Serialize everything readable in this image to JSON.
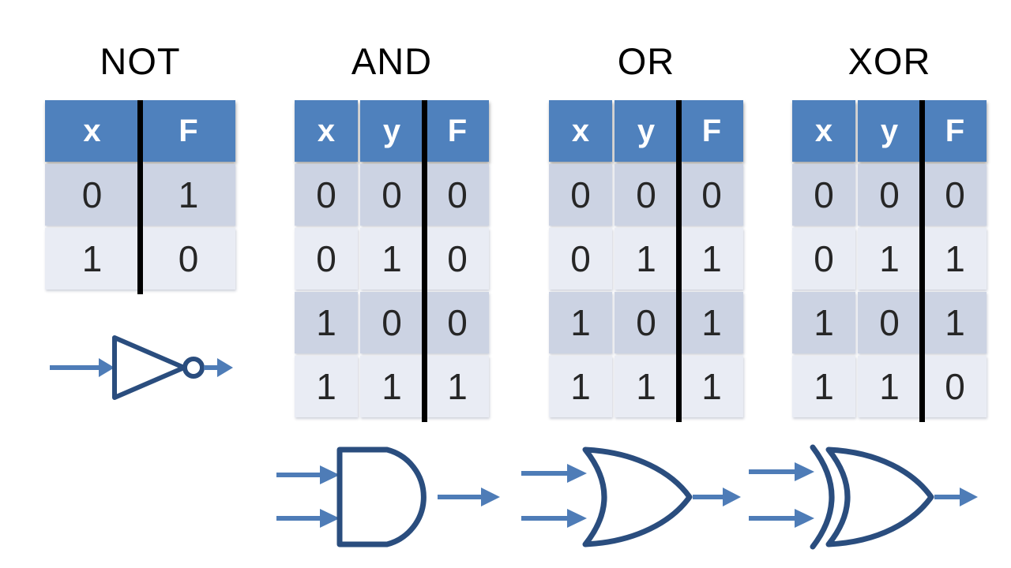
{
  "colors": {
    "header_blue": "#4f81bd",
    "row_dark": "#ccd3e3",
    "row_light": "#e9ecf4",
    "divider_black": "#000000",
    "arrow_blue": "#4e7cb7",
    "gate_outline": "#2a4d7e",
    "header_text": "#ffffff",
    "cell_text": "#262626",
    "title_text": "#000000",
    "background": "#ffffff"
  },
  "sections": [
    {
      "title": "NOT",
      "headers": [
        "x",
        "F"
      ],
      "rows": [
        [
          "0",
          "1"
        ],
        [
          "1",
          "0"
        ]
      ],
      "symbol": "not-gate"
    },
    {
      "title": "AND",
      "headers": [
        "x",
        "y",
        "F"
      ],
      "rows": [
        [
          "0",
          "0",
          "0"
        ],
        [
          "0",
          "1",
          "0"
        ],
        [
          "1",
          "0",
          "0"
        ],
        [
          "1",
          "1",
          "1"
        ]
      ],
      "symbol": "and-gate"
    },
    {
      "title": "OR",
      "headers": [
        "x",
        "y",
        "F"
      ],
      "rows": [
        [
          "0",
          "0",
          "0"
        ],
        [
          "0",
          "1",
          "1"
        ],
        [
          "1",
          "0",
          "1"
        ],
        [
          "1",
          "1",
          "1"
        ]
      ],
      "symbol": "or-gate"
    },
    {
      "title": "XOR",
      "headers": [
        "x",
        "y",
        "F"
      ],
      "rows": [
        [
          "0",
          "0",
          "0"
        ],
        [
          "0",
          "1",
          "1"
        ],
        [
          "1",
          "0",
          "1"
        ],
        [
          "1",
          "1",
          "0"
        ]
      ],
      "symbol": "xor-gate"
    }
  ]
}
